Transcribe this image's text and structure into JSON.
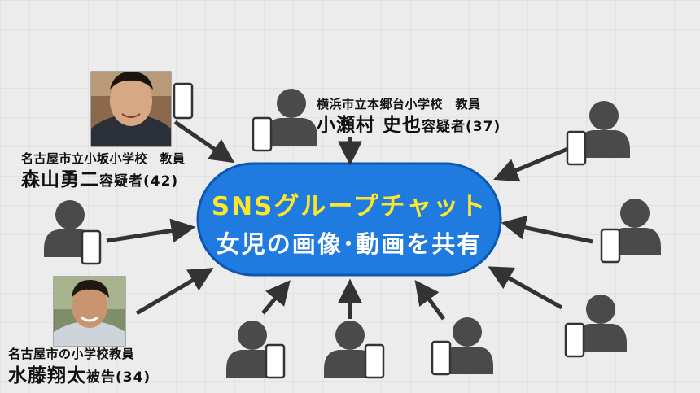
{
  "center": {
    "line1": "SNSグループチャット",
    "line2": "女児の画像･動画を共有",
    "fill": "#1f7be0",
    "line1_color": "#ffe629",
    "line2_color": "#ffffff"
  },
  "persons": {
    "yokohama": {
      "affiliation": "横浜市立本郷台小学校　教員",
      "name": "小瀬村 史也",
      "suffix": "容疑者(37)"
    },
    "moriyama": {
      "affiliation": "名古屋市立小坂小学校　教員",
      "name": "森山勇二",
      "suffix": "容疑者(42)"
    },
    "mizufuji": {
      "affiliation": "名古屋市の小学校教員",
      "name": "水藤翔太",
      "suffix": "被告(34)"
    }
  },
  "colors": {
    "figure": "#4a4a4a",
    "arrow": "#333333",
    "background": "#ececec"
  }
}
